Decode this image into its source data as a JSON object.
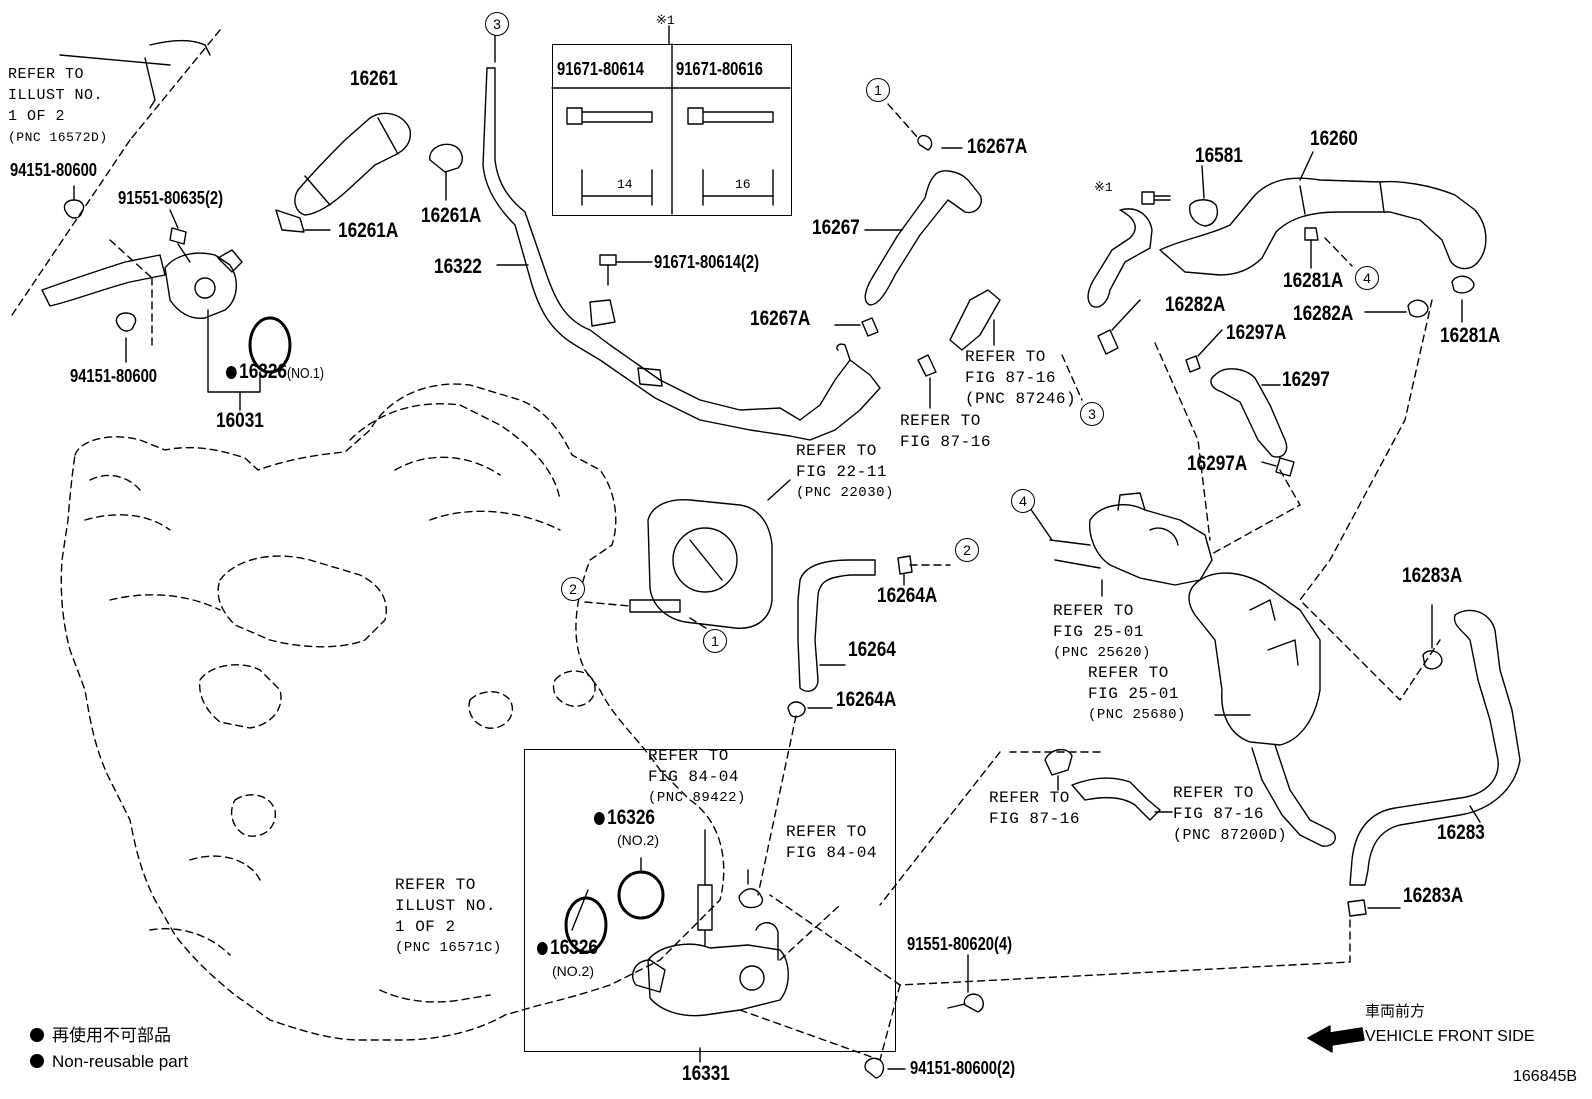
{
  "legend": {
    "non_reusable_jp": "再使用不可部品",
    "non_reusable_en": "Non-reusable part",
    "vehicle_front_jp": "車両前方",
    "vehicle_front_en": "VEHICLE FRONT SIDE"
  },
  "diagram_id": "166845B",
  "note_mark": "※1",
  "bolt_table": {
    "left": {
      "pn": "91671-80614",
      "length": "14"
    },
    "right": {
      "pn": "91671-80616",
      "length": "16"
    }
  },
  "refs": {
    "r1": [
      "REFER TO",
      "ILLUST NO.",
      "1 OF 2",
      "(PNC 16572D)"
    ],
    "r2": [
      "REFER TO",
      "FIG 87-16",
      "(PNC 87246)"
    ],
    "r3": [
      "REFER TO",
      "FIG 87-16"
    ],
    "r4": [
      "REFER TO",
      "FIG 22-11",
      "(PNC 22030)"
    ],
    "r5": [
      "REFER TO",
      "FIG 25-01",
      "(PNC 25620)"
    ],
    "r6": [
      "REFER TO",
      "FIG 25-01",
      "(PNC 25680)"
    ],
    "r7": [
      "REFER TO",
      "FIG 84-04",
      "(PNC 89422)"
    ],
    "r8": [
      "REFER TO",
      "FIG 84-04"
    ],
    "r9": [
      "REFER TO",
      "FIG 87-16"
    ],
    "r10": [
      "REFER TO",
      "FIG 87-16",
      "(PNC 87200D)"
    ],
    "r11": [
      "REFER TO",
      "ILLUST NO.",
      "1 OF 2",
      "(PNC 16571C)"
    ]
  },
  "parts": {
    "p16261": "16261",
    "p16261A_1": "16261A",
    "p16261A_2": "16261A",
    "p16322": "16322",
    "p91671_2": "91671-80614(2)",
    "p16267A_1": "16267A",
    "p16267": "16267",
    "p16267A_2": "16267A",
    "p94151_a": "94151-80600",
    "p91551_635": "91551-80635(2)",
    "p94151_b": "94151-80600",
    "p16326_1": "16326",
    "p16326_1q": "(NO.1)",
    "p16031": "16031",
    "p16581": "16581",
    "p16260": "16260",
    "p16281A_1": "16281A",
    "p16282A_1": "16282A",
    "p16297A_1": "16297A",
    "p16282A_2": "16282A",
    "p16281A_2": "16281A",
    "p16297": "16297",
    "p16297A_2": "16297A",
    "p16264A_1": "16264A",
    "p16264": "16264",
    "p16264A_2": "16264A",
    "p16283A_1": "16283A",
    "p16283": "16283",
    "p16283A_2": "16283A",
    "p16326_2": "16326",
    "p16326_2q": "(NO.2)",
    "p16326_3": "16326",
    "p16326_3q": "(NO.2)",
    "p91551_620": "91551-80620(4)",
    "p94151_2": "94151-80600(2)",
    "p16331": "16331"
  },
  "callouts": {
    "c1": "1",
    "c2": "2",
    "c3": "3",
    "c4": "4"
  }
}
